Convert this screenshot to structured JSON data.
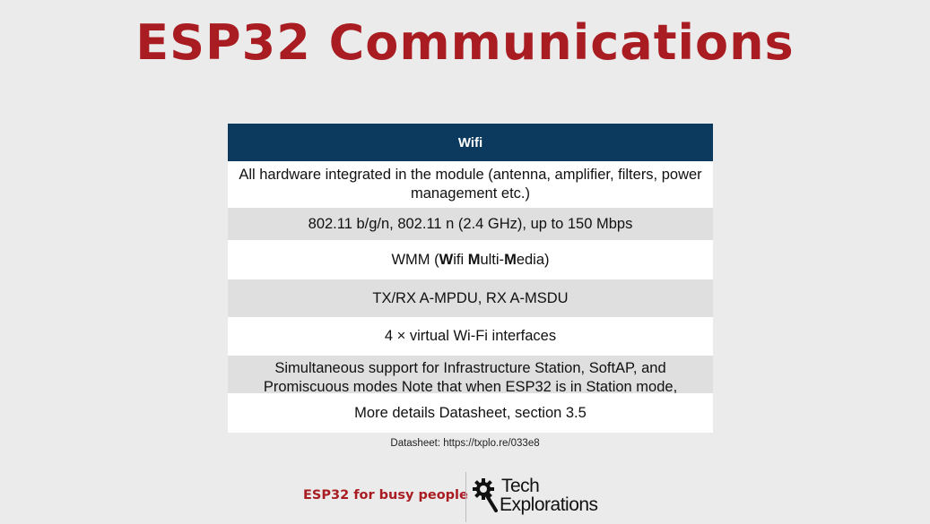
{
  "title": "ESP32 Communications",
  "table": {
    "header": "Wifi",
    "rows": {
      "r1": "All hardware integrated in the module (antenna, amplifier, filters, power management etc.)",
      "r2": "802.11 b/g/n, 802.11 n (2.4 GHz), up to 150 Mbps",
      "r3": {
        "before": "WMM (",
        "w": "W",
        "ifi": "ifi ",
        "m1": "M",
        "ulti": "ulti-",
        "m2": "M",
        "edia": "edia)"
      },
      "r4": "TX/RX A-MPDU, RX A-MSDU",
      "r5": "4 × virtual Wi-Fi interfaces",
      "r6": "Simultaneous support for Infrastructure Station, SoftAP, and Promiscuous modes Note that when ESP32 is in Station mode,",
      "r7": "More details Datasheet, section 3.5"
    }
  },
  "source_note": "Datasheet: https://txplo.re/033e8",
  "footer": {
    "tagline": "ESP32 for busy people",
    "logo_line1": "Tech",
    "logo_line2": "Explorations",
    "logo_icon": "gear-bulb-icon"
  },
  "colors": {
    "title": "#a91d22",
    "header_bg": "#0b3a5e",
    "row_alt": "#dfdfdf",
    "background": "#ebebeb"
  }
}
